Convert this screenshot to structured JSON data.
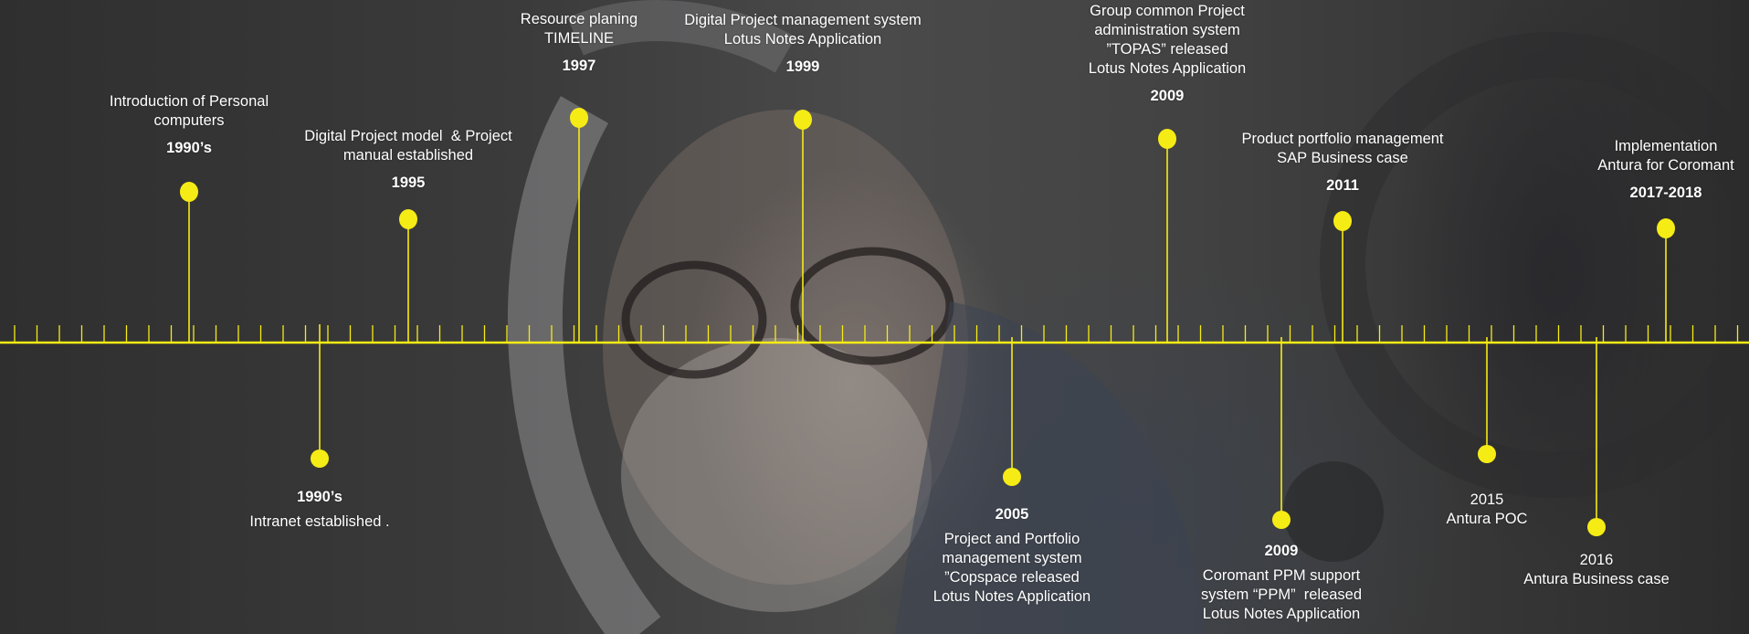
{
  "colors": {
    "accent": "#f6ec15",
    "text": "#ffffff"
  },
  "events": [
    {
      "id": "pc-1990s",
      "side": "above",
      "year": "1990’s",
      "text": "Introduction of Personal\ncomputers"
    },
    {
      "id": "intranet-1990s",
      "side": "below",
      "year": "1990’s",
      "text": "Intranet established ."
    },
    {
      "id": "project-model-1995",
      "side": "above",
      "year": "1995",
      "text": "Digital Project model  & Project\nmanual established"
    },
    {
      "id": "timeline-1997",
      "side": "above",
      "year": "1997",
      "text": "Resource planing\nTIMELINE"
    },
    {
      "id": "lotus-1999",
      "side": "above",
      "year": "1999",
      "text": "Digital Project management system\nLotus Notes Application"
    },
    {
      "id": "copspace-2005",
      "side": "below",
      "year": "2005",
      "text": "Project and Portfolio\nmanagement system\n”Copspace released\nLotus Notes Application"
    },
    {
      "id": "topas-2009",
      "side": "above",
      "year": "2009",
      "text": "Group common Project\nadministration system\n”TOPAS” released\nLotus Notes Application"
    },
    {
      "id": "ppm-2009",
      "side": "below",
      "year": "2009",
      "text": "Coromant PPM support\nsystem “PPM”  released\nLotus Notes Application"
    },
    {
      "id": "sap-2011",
      "side": "above",
      "year": "2011",
      "text": "Product portfolio management\nSAP Business case"
    },
    {
      "id": "poc-2015",
      "side": "below-plain",
      "year": "2015",
      "text": "Antura POC"
    },
    {
      "id": "business-2016",
      "side": "below-plain",
      "year": "2016",
      "text": "Antura Business case"
    },
    {
      "id": "antura-2017",
      "side": "above",
      "year": "2017-2018",
      "text": "Implementation\nAntura for Coromant"
    }
  ]
}
